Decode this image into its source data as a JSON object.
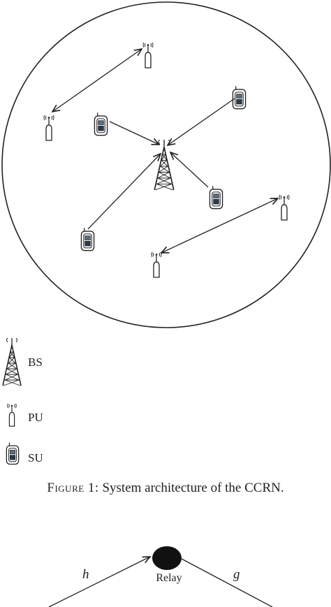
{
  "legend": {
    "bs_label": "BS",
    "pu_label": "PU",
    "su_label": "SU"
  },
  "caption": {
    "prefix": "Figure 1:",
    "text": " System architecture of the CCRN."
  },
  "figure2": {
    "relay_label": "Relay",
    "h_label": "h",
    "g_label": "g"
  },
  "colors": {
    "stroke": "#222222",
    "su_fill": "#5a6e86"
  }
}
